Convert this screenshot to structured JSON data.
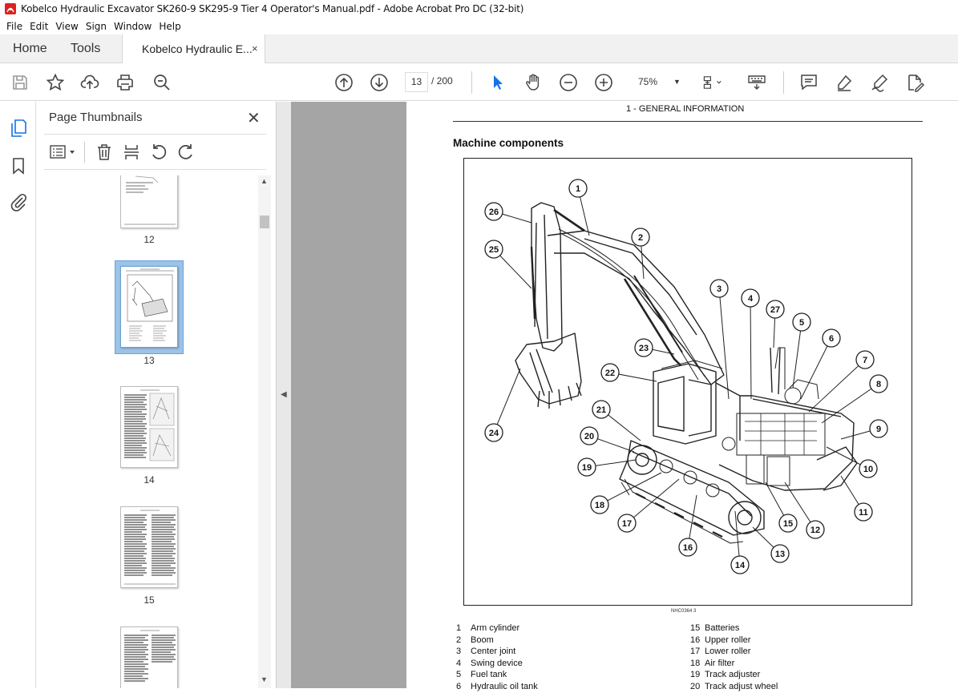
{
  "window": {
    "title": "Kobelco Hydraulic Excavator SK260-9 SK295-9 Tier 4 Operator's Manual.pdf - Adobe Acrobat Pro DC (32-bit)"
  },
  "menu": [
    "File",
    "Edit",
    "View",
    "Sign",
    "Window",
    "Help"
  ],
  "tabs": {
    "home": "Home",
    "tools": "Tools",
    "doc": "Kobelco Hydraulic E...",
    "doc_close": "×"
  },
  "toolbar": {
    "page_current": "13",
    "page_total": "/ 200",
    "zoom": "75%"
  },
  "panel": {
    "title": "Page Thumbnails",
    "close": "✕",
    "thumbs": [
      {
        "label": "12",
        "selected": false
      },
      {
        "label": "13",
        "selected": true
      },
      {
        "label": "14",
        "selected": false
      },
      {
        "label": "15",
        "selected": false
      },
      {
        "label": "",
        "selected": false
      }
    ]
  },
  "document": {
    "header": "1 - GENERAL INFORMATION",
    "section": "Machine components",
    "caption": "NHC0364    3",
    "callouts": [
      "1",
      "2",
      "3",
      "4",
      "5",
      "6",
      "7",
      "8",
      "9",
      "10",
      "11",
      "12",
      "13",
      "14",
      "15",
      "16",
      "17",
      "18",
      "19",
      "20",
      "21",
      "22",
      "23",
      "24",
      "25",
      "26",
      "27"
    ],
    "legend_left": [
      {
        "n": "1",
        "t": "Arm cylinder"
      },
      {
        "n": "2",
        "t": "Boom"
      },
      {
        "n": "3",
        "t": "Center joint"
      },
      {
        "n": "4",
        "t": "Swing device"
      },
      {
        "n": "5",
        "t": "Fuel tank"
      },
      {
        "n": "6",
        "t": "Hydraulic oil tank"
      }
    ],
    "legend_right": [
      {
        "n": "15",
        "t": "Batteries"
      },
      {
        "n": "16",
        "t": "Upper roller"
      },
      {
        "n": "17",
        "t": "Lower roller"
      },
      {
        "n": "18",
        "t": "Air filter"
      },
      {
        "n": "19",
        "t": "Track adjuster"
      },
      {
        "n": "20",
        "t": "Track adjust wheel"
      }
    ]
  },
  "colors": {
    "accent": "#1473e6",
    "canvas": "#a5a5a5",
    "selection": "#9cc3e8"
  }
}
